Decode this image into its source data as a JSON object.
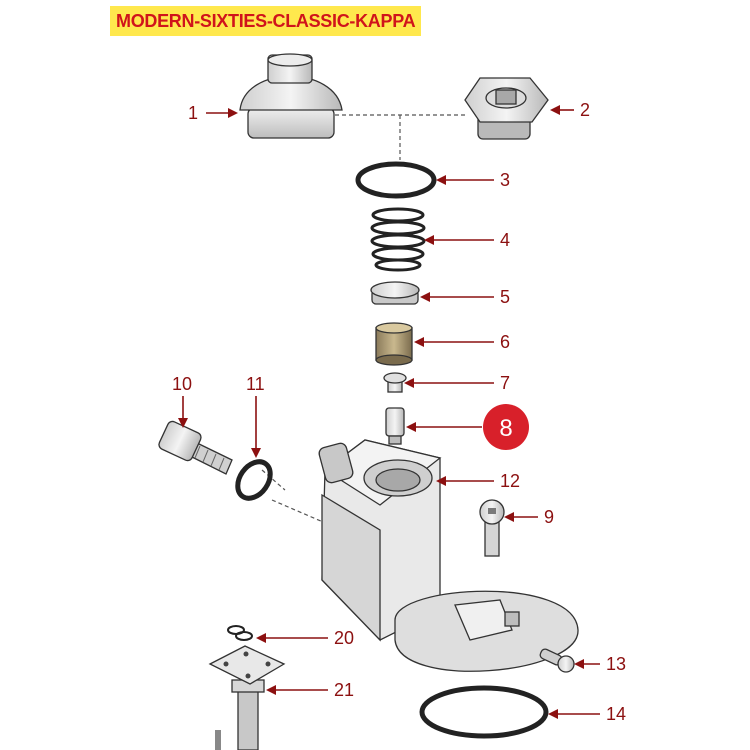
{
  "title": "MODERN-SIXTIES-CLASSIC-KAPPA",
  "highlight_color": "#d8202a",
  "label_color": "#8c1010",
  "banner_color": "#ffe84d",
  "callouts": {
    "c1": "1",
    "c2": "2",
    "c3": "3",
    "c4": "4",
    "c5": "5",
    "c6": "6",
    "c7": "7",
    "c8": "8",
    "c9": "9",
    "c10": "10",
    "c11": "11",
    "c12": "12",
    "c13": "13",
    "c14": "14",
    "c20": "20",
    "c21": "21"
  },
  "highlighted_callout": "8"
}
